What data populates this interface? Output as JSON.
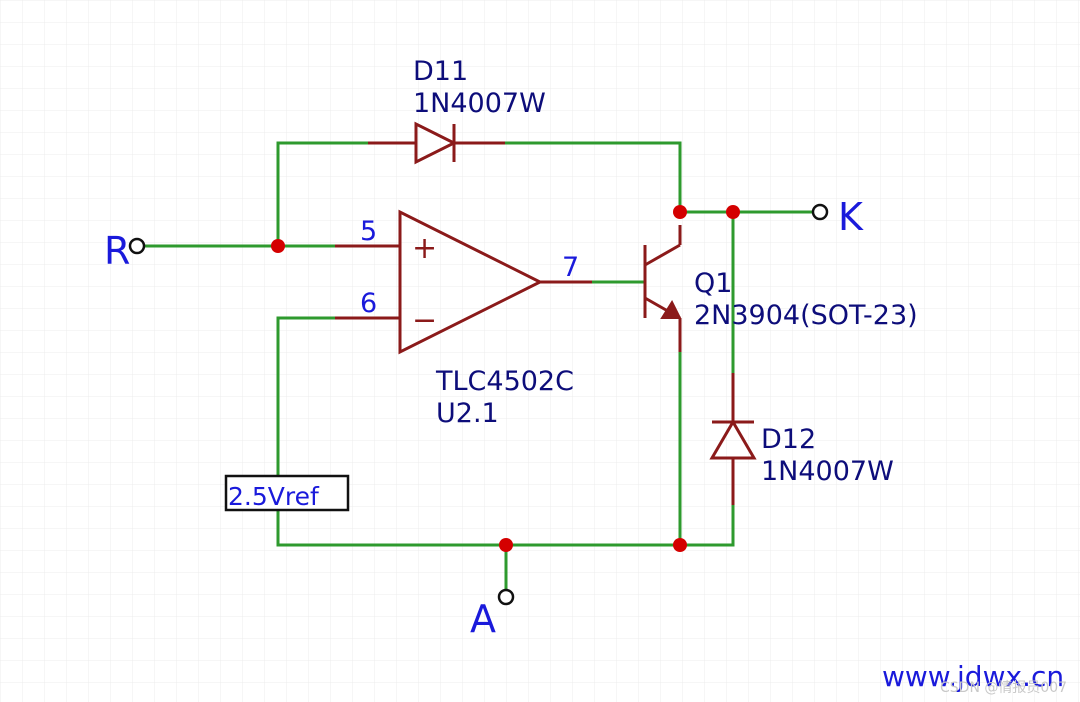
{
  "colors": {
    "wire": "#2e9a2e",
    "component": "#8b1a1a",
    "junction": "#d40000",
    "label": "#0d0d7a",
    "net_label": "#1a1adb",
    "grid": "#ececec"
  },
  "components": {
    "d11": {
      "ref": "D11",
      "value": "1N4007W"
    },
    "d12": {
      "ref": "D12",
      "value": "1N4007W"
    },
    "q1": {
      "ref": "Q1",
      "value": "2N3904(SOT-23)"
    },
    "u2": {
      "part": "TLC4502C",
      "ref": "U2.1"
    },
    "vref": {
      "label": "2.5Vref"
    }
  },
  "opamp": {
    "plus_sign": "+",
    "minus_sign": "−",
    "pin_plus": "5",
    "pin_minus": "6",
    "pin_out": "7"
  },
  "nets": {
    "r": "R",
    "k": "K",
    "a": "A"
  },
  "watermark": {
    "site": "www.jdwx.cn",
    "csdn": "CSDN @情报员007"
  }
}
